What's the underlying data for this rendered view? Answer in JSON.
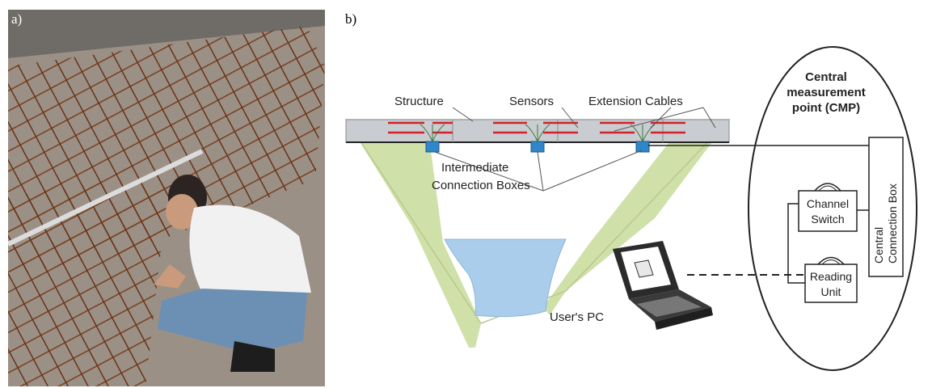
{
  "panels": {
    "a": {
      "label": "a)"
    },
    "b": {
      "label": "b)"
    }
  },
  "diagram": {
    "labels": {
      "structure": "Structure",
      "sensors": "Sensors",
      "extension_cables": "Extension Cables",
      "intermediate_line1": "Intermediate",
      "intermediate_line2": "Connection Boxes",
      "users_pc": "User's PC",
      "cmp_line1": "Central",
      "cmp_line2": "measurement",
      "cmp_line3": "point (CMP)",
      "channel_line1": "Channel",
      "channel_line2": "Switch",
      "reading_line1": "Reading",
      "reading_line2": "Unit",
      "ccb_line1": "Central",
      "ccb_line2": "Connection Box"
    }
  },
  "colors": {
    "rebar": "#7a3e1c",
    "ground_green": "#cfe0a8",
    "water_blue": "#a9cdea",
    "beam_grey": "#c9ccd0",
    "sensor_red": "#d0222a",
    "box_blue": "#2f86c9"
  }
}
